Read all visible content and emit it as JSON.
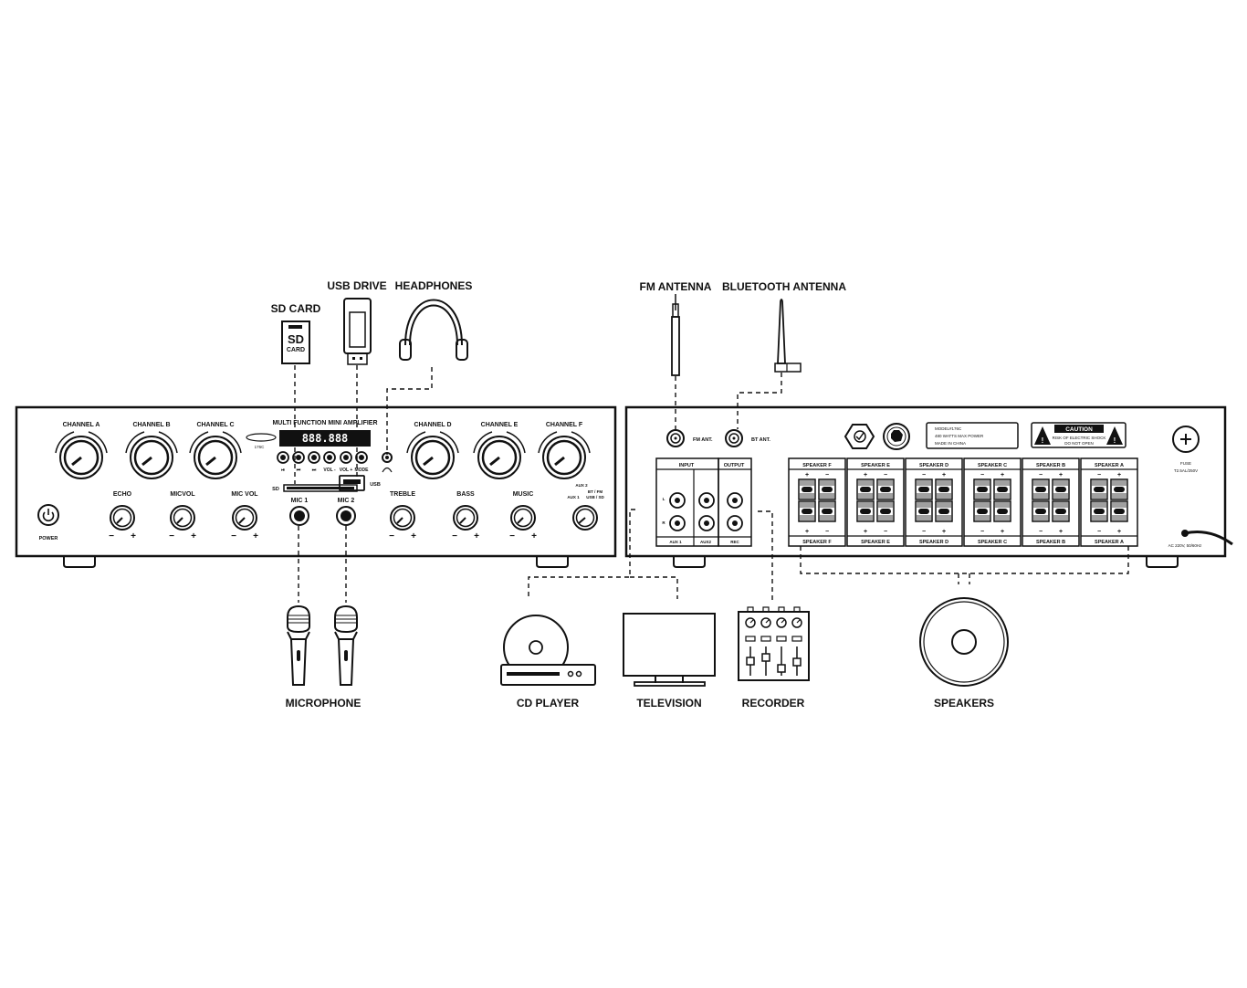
{
  "devices": {
    "sd_card": {
      "label": "SD CARD",
      "icon_text_1": "SD",
      "icon_text_2": "CARD"
    },
    "usb_drive": {
      "label": "USB DRIVE"
    },
    "headphones": {
      "label": "HEADPHONES"
    },
    "fm_antenna": {
      "label": "FM ANTENNA"
    },
    "bt_antenna": {
      "label": "BLUETOOTH ANTENNA"
    },
    "microphone": {
      "label": "MICROPHONE"
    },
    "cd_player": {
      "label": "CD PLAYER"
    },
    "television": {
      "label": "TELEVISION"
    },
    "recorder": {
      "label": "RECORDER"
    },
    "speakers": {
      "label": "SPEAKERS"
    }
  },
  "front_panel": {
    "title": "MULTI FUNCTION MINI AMPLIFIER",
    "display": "888.888",
    "logo_model": "176C",
    "channels_left": [
      "CHANNEL  A",
      "CHANNEL  B",
      "CHANNEL  C"
    ],
    "channels_right": [
      "CHANNEL  D",
      "CHANNEL  E",
      "CHANNEL  F"
    ],
    "small_knobs_left": [
      "ECHO",
      "MICVOL",
      "MIC VOL"
    ],
    "small_knobs_right": [
      "TREBLE",
      "BASS",
      "MUSIC"
    ],
    "mic_jacks": [
      "MIC 1",
      "MIC 2"
    ],
    "sd_label": "SD",
    "usb_label": "USB",
    "power_label": "POWER",
    "transport_labels": [
      "⏯",
      "⏮",
      "⏭",
      "VOL -",
      "VOL +",
      "MODE"
    ],
    "source_labels": {
      "aux2": "AUX 2",
      "btfm": "BT / FM",
      "aux1": "AUX 1",
      "usbsd": "USB / SD"
    },
    "minus": "−",
    "plus": "+"
  },
  "rear_panel": {
    "fm_ant": "FM ANT.",
    "bt_ant": "BT ANT.",
    "model_lines": [
      "MODEL#176C",
      "480 WATTS MAX POWER",
      "MADE IN CHINA"
    ],
    "caution_title": "CAUTION",
    "caution_lines": [
      "RISK OF ELECTRIC SHOCK",
      "DO NOT OPEN"
    ],
    "input_label": "INPUT",
    "output_label": "OUTPUT",
    "input_l": "L",
    "input_r": "R",
    "jack_labels": [
      "AUX 1",
      "AUX2",
      "REC"
    ],
    "speaker_groups": [
      "SPEAKER F",
      "SPEAKER E",
      "SPEAKER D",
      "SPEAKER C",
      "SPEAKER B",
      "SPEAKER A"
    ],
    "fuse_label": "FUSE",
    "fuse_rating": "T2.5AL/250V",
    "ac_label": "AC 220V, 50/60Hz"
  }
}
